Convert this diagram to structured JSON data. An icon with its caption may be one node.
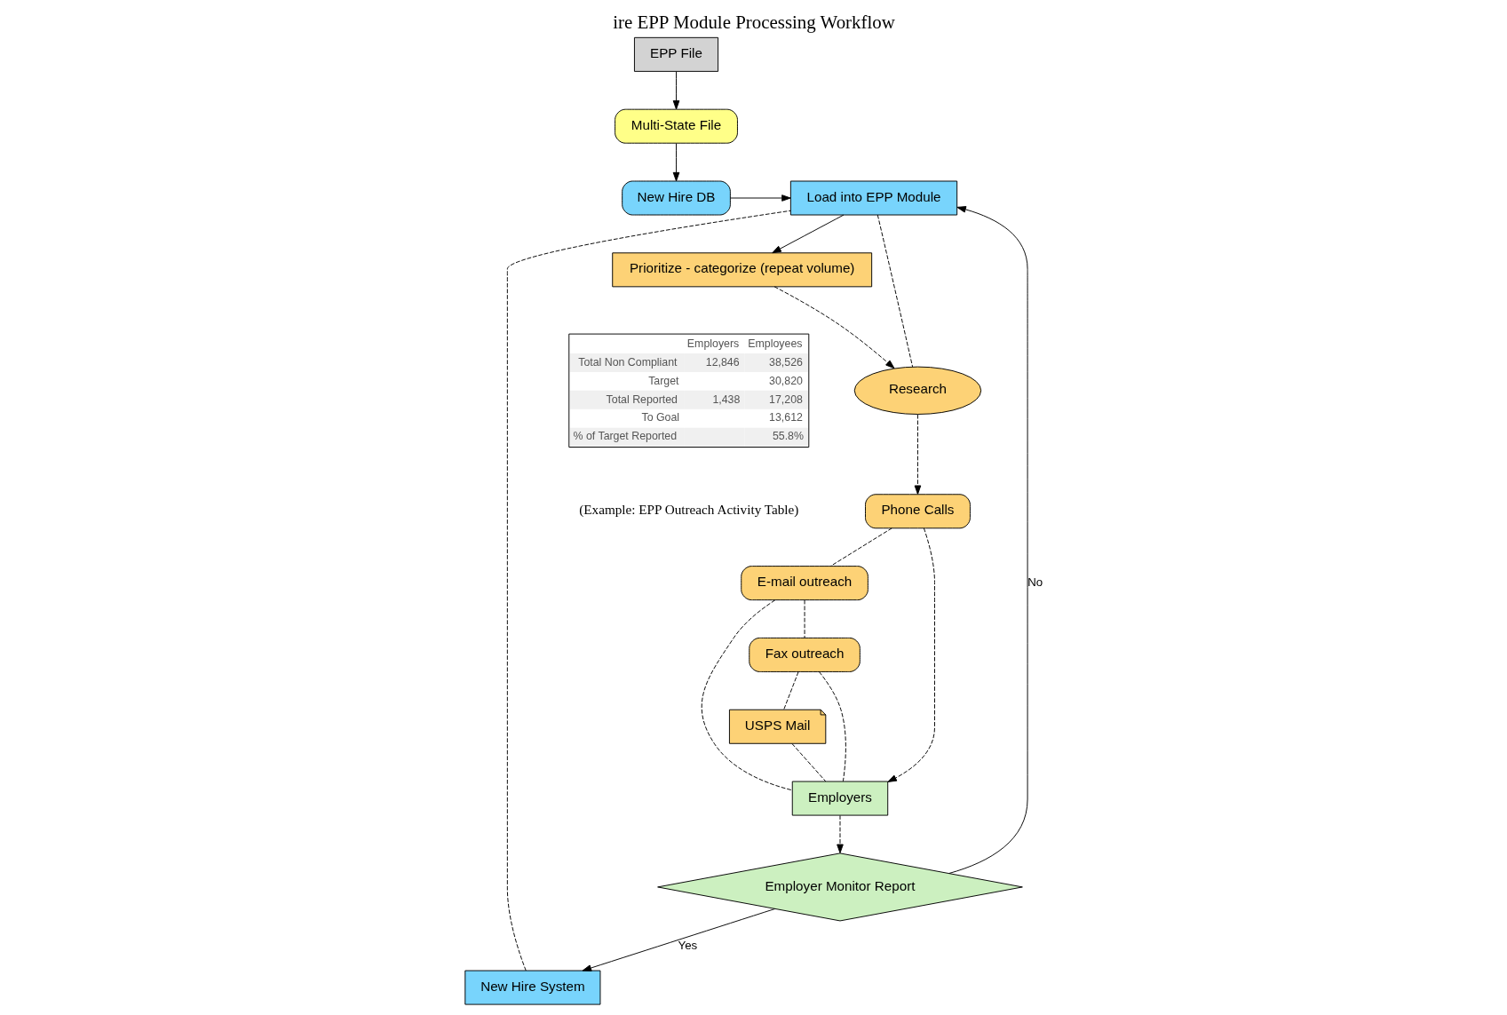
{
  "diagram": {
    "title": "ire EPP Module Processing Workflow",
    "caption": "(Example: EPP Outreach Activity Table)",
    "nodes": [
      {
        "text": [
          "EPP File"
        ]
      },
      {
        "text": [
          "Multi-State File"
        ]
      },
      {
        "text": [
          "New Hire DB"
        ]
      },
      {
        "text": [
          "New Hire System"
        ]
      },
      {
        "text": [
          "Load into EPP Module"
        ]
      },
      {
        "text": [
          "Prioritize - categorize (repeat volume)"
        ]
      },
      {
        "text": [
          "Research"
        ]
      },
      {
        "text": [
          "Phone Calls"
        ]
      },
      {
        "text": [
          "E-mail outreach"
        ]
      },
      {
        "text": [
          "Fax outreach"
        ]
      },
      {
        "text": [
          "USPS Mail"
        ]
      },
      {
        "text": [
          "Employers"
        ]
      },
      {
        "text": [
          "Employer Monitor Report"
        ]
      }
    ],
    "edges": [
      {
        "from": 0,
        "to": 1,
        "arrow": "to"
      },
      {
        "from": 1,
        "to": 2,
        "arrow": "to"
      },
      {
        "from": 2,
        "to": 4,
        "arrow": "to"
      },
      {
        "from": 3,
        "to": 4,
        "arrow": "none",
        "style": "dashed"
      },
      {
        "from": 4,
        "to": 5,
        "arrow": "to"
      },
      {
        "from": 4,
        "to": 6,
        "arrow": "none",
        "style": "dashed"
      },
      {
        "from": 5,
        "to": 6,
        "arrow": "to",
        "style": "dashed"
      },
      {
        "from": 6,
        "to": 7,
        "arrow": "to",
        "style": "dashed"
      },
      {
        "from": 7,
        "to": 11,
        "arrow": "to",
        "style": "dashed"
      },
      {
        "from": 7,
        "to": 8,
        "arrow": "none",
        "style": "dashed"
      },
      {
        "from": 8,
        "to": 9,
        "arrow": "none",
        "style": "dashed"
      },
      {
        "from": 9,
        "to": 10,
        "arrow": "none",
        "style": "dashed"
      },
      {
        "from": 8,
        "to": 11,
        "arrow": "none",
        "style": "dashed"
      },
      {
        "from": 9,
        "to": 11,
        "arrow": "none",
        "style": "dashed"
      },
      {
        "from": 10,
        "to": 11,
        "arrow": "none",
        "style": "dashed"
      },
      {
        "from": 11,
        "to": 12,
        "arrow": "to",
        "style": "dashed"
      },
      {
        "from": 12,
        "to": 3,
        "arrow": "to",
        "label": "Yes"
      },
      {
        "from": 12,
        "to": 4,
        "arrow": "to",
        "label": "No"
      }
    ],
    "labels": [
      "Employers",
      "Employees",
      "Total Non Compliant",
      "12,846",
      "38,526",
      "Target",
      "30,820",
      "Total Reported",
      "1,438",
      "17,208",
      "To Goal",
      "13,612",
      "% of Target Reported",
      "55.8%"
    ]
  }
}
